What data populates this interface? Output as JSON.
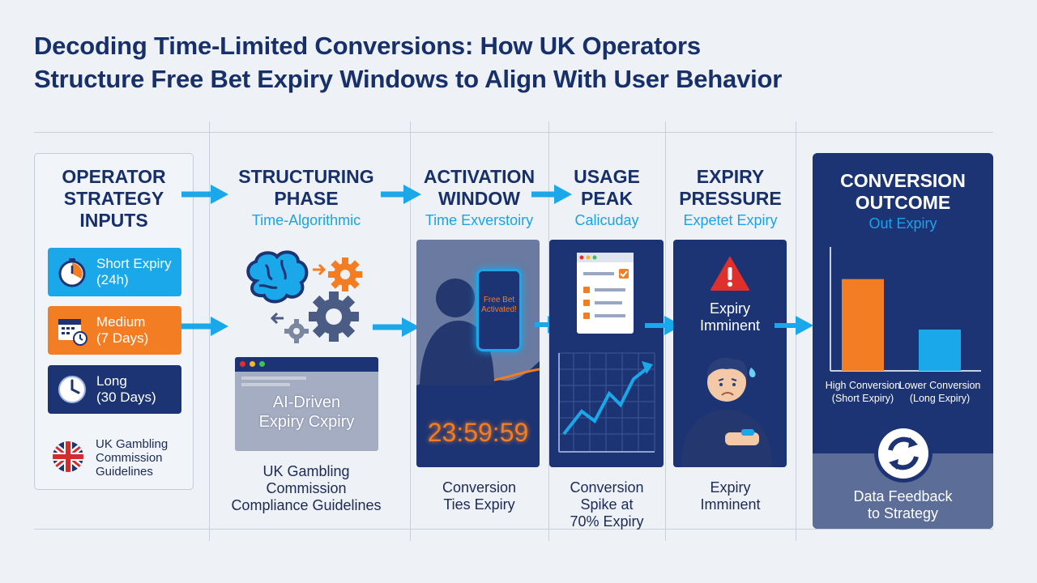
{
  "title_line1": "Decoding Time-Limited Conversions: How UK Operators",
  "title_line2": "Structure Free Bet Expiry Windows to Align With User Behavior",
  "col1": {
    "title": [
      "OPERATOR",
      "STRATEGY",
      "INPUTS"
    ],
    "pills": [
      {
        "line1": "Short Expiry",
        "line2": "(24h)",
        "color": "#1aa8ea",
        "icon": "stopwatch-icon"
      },
      {
        "line1": "Medium",
        "line2": "(7 Days)",
        "color": "#f37d22",
        "icon": "calendar-icon"
      },
      {
        "line1": "Long",
        "line2": "(30 Days)",
        "color": "#1c3474",
        "icon": "clock-icon"
      }
    ],
    "footer": [
      "UK Gambling",
      "Commission",
      "Guidelines"
    ]
  },
  "col2": {
    "title": [
      "STRUCTURING",
      "PHASE"
    ],
    "subtitle": "Time-Algorithmic",
    "window_text": [
      "AI-Driven",
      "Expiry Cxpiry"
    ],
    "caption": [
      "UK Gambling",
      "Commission",
      "Compliance Guidelines"
    ]
  },
  "col3": {
    "title": [
      "ACTIVATION",
      "WINDOW"
    ],
    "subtitle": "Time Exverstoiry",
    "phone_text": [
      "Free Bet",
      "Activated!"
    ],
    "timer": "23:59:59",
    "caption": [
      "Conversion",
      "Ties Expiry"
    ]
  },
  "col4": {
    "title": [
      "USAGE",
      "PEAK"
    ],
    "subtitle": "Calicuday",
    "caption": [
      "Conversion",
      "Spike at",
      "70% Expiry"
    ]
  },
  "col5": {
    "title": [
      "EXPIRY",
      "PRESSURE"
    ],
    "subtitle": "Expetet Expiry",
    "panel_text": [
      "Expiry",
      "Imminent"
    ],
    "caption": [
      "Expiry",
      "Imminent"
    ]
  },
  "col6": {
    "title": [
      "CONVERSION",
      "OUTCOME"
    ],
    "subtitle": "Out Expiry",
    "feedback": [
      "Data Feedback",
      "to Strategy"
    ]
  },
  "chart_data": {
    "type": "bar",
    "categories": [
      "High Conversion (Short Expiry)",
      "Lower Conversion (Long Expiry)"
    ],
    "category_lines": [
      [
        "High Conversion",
        "(Short Expiry)"
      ],
      [
        "Lower Conversion",
        "(Long Expiry)"
      ]
    ],
    "values": [
      100,
      45
    ],
    "colors": [
      "#f37d22",
      "#1aa8ea"
    ],
    "ylim": [
      0,
      135
    ],
    "grid": false,
    "title": "",
    "xlabel": "",
    "ylabel": ""
  },
  "colors": {
    "navy": "#1c3474",
    "blue": "#1aa8ea",
    "orange": "#f37d22",
    "red": "#e0302d"
  }
}
